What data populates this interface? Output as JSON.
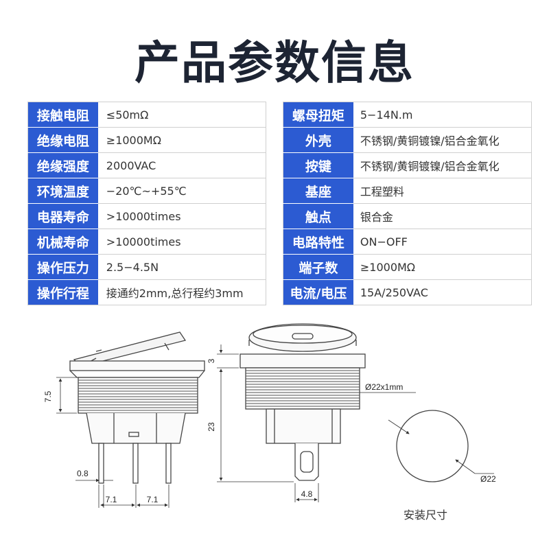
{
  "title": "产品参数信息",
  "left_specs": [
    {
      "label": "接触电阻",
      "value": "≤50mΩ"
    },
    {
      "label": "绝缘电阻",
      "value": "≥1000MΩ"
    },
    {
      "label": "绝缘强度",
      "value": "2000VAC"
    },
    {
      "label": "环境温度",
      "value": "−20℃~+55℃"
    },
    {
      "label": "电器寿命",
      "value": ">10000times"
    },
    {
      "label": "机械寿命",
      "value": ">10000times"
    },
    {
      "label": "操作压力",
      "value": "2.5−4.5N"
    },
    {
      "label": "操作行程",
      "value": "接通约2mm,总行程约3mm"
    }
  ],
  "right_specs": [
    {
      "label": "螺母扭矩",
      "value": "5−14N.m"
    },
    {
      "label": "外壳",
      "value": "不锈钢/黄铜镀镍/铝合金氧化"
    },
    {
      "label": "按键",
      "value": "不锈钢/黄铜镀镍/铝合金氧化"
    },
    {
      "label": "基座",
      "value": "工程塑料"
    },
    {
      "label": "触点",
      "value": "银合金"
    },
    {
      "label": "电路特性",
      "value": "ON−OFF"
    },
    {
      "label": "端子数",
      "value": "≥1000MΩ"
    },
    {
      "label": "电流/电压",
      "value": "15A/250VAC"
    }
  ],
  "drawing": {
    "dim_thread_height": "7.5",
    "dim_pin_width": "0.8",
    "dim_pitch_1": "7.1",
    "dim_pitch_2": "7.1",
    "dim_bezel": "3",
    "dim_total_height": "23",
    "dim_thread_spec": "Ø22x1mm",
    "dim_terminal_width": "4.8",
    "dim_hole": "Ø22",
    "caption": "安装尺寸"
  }
}
